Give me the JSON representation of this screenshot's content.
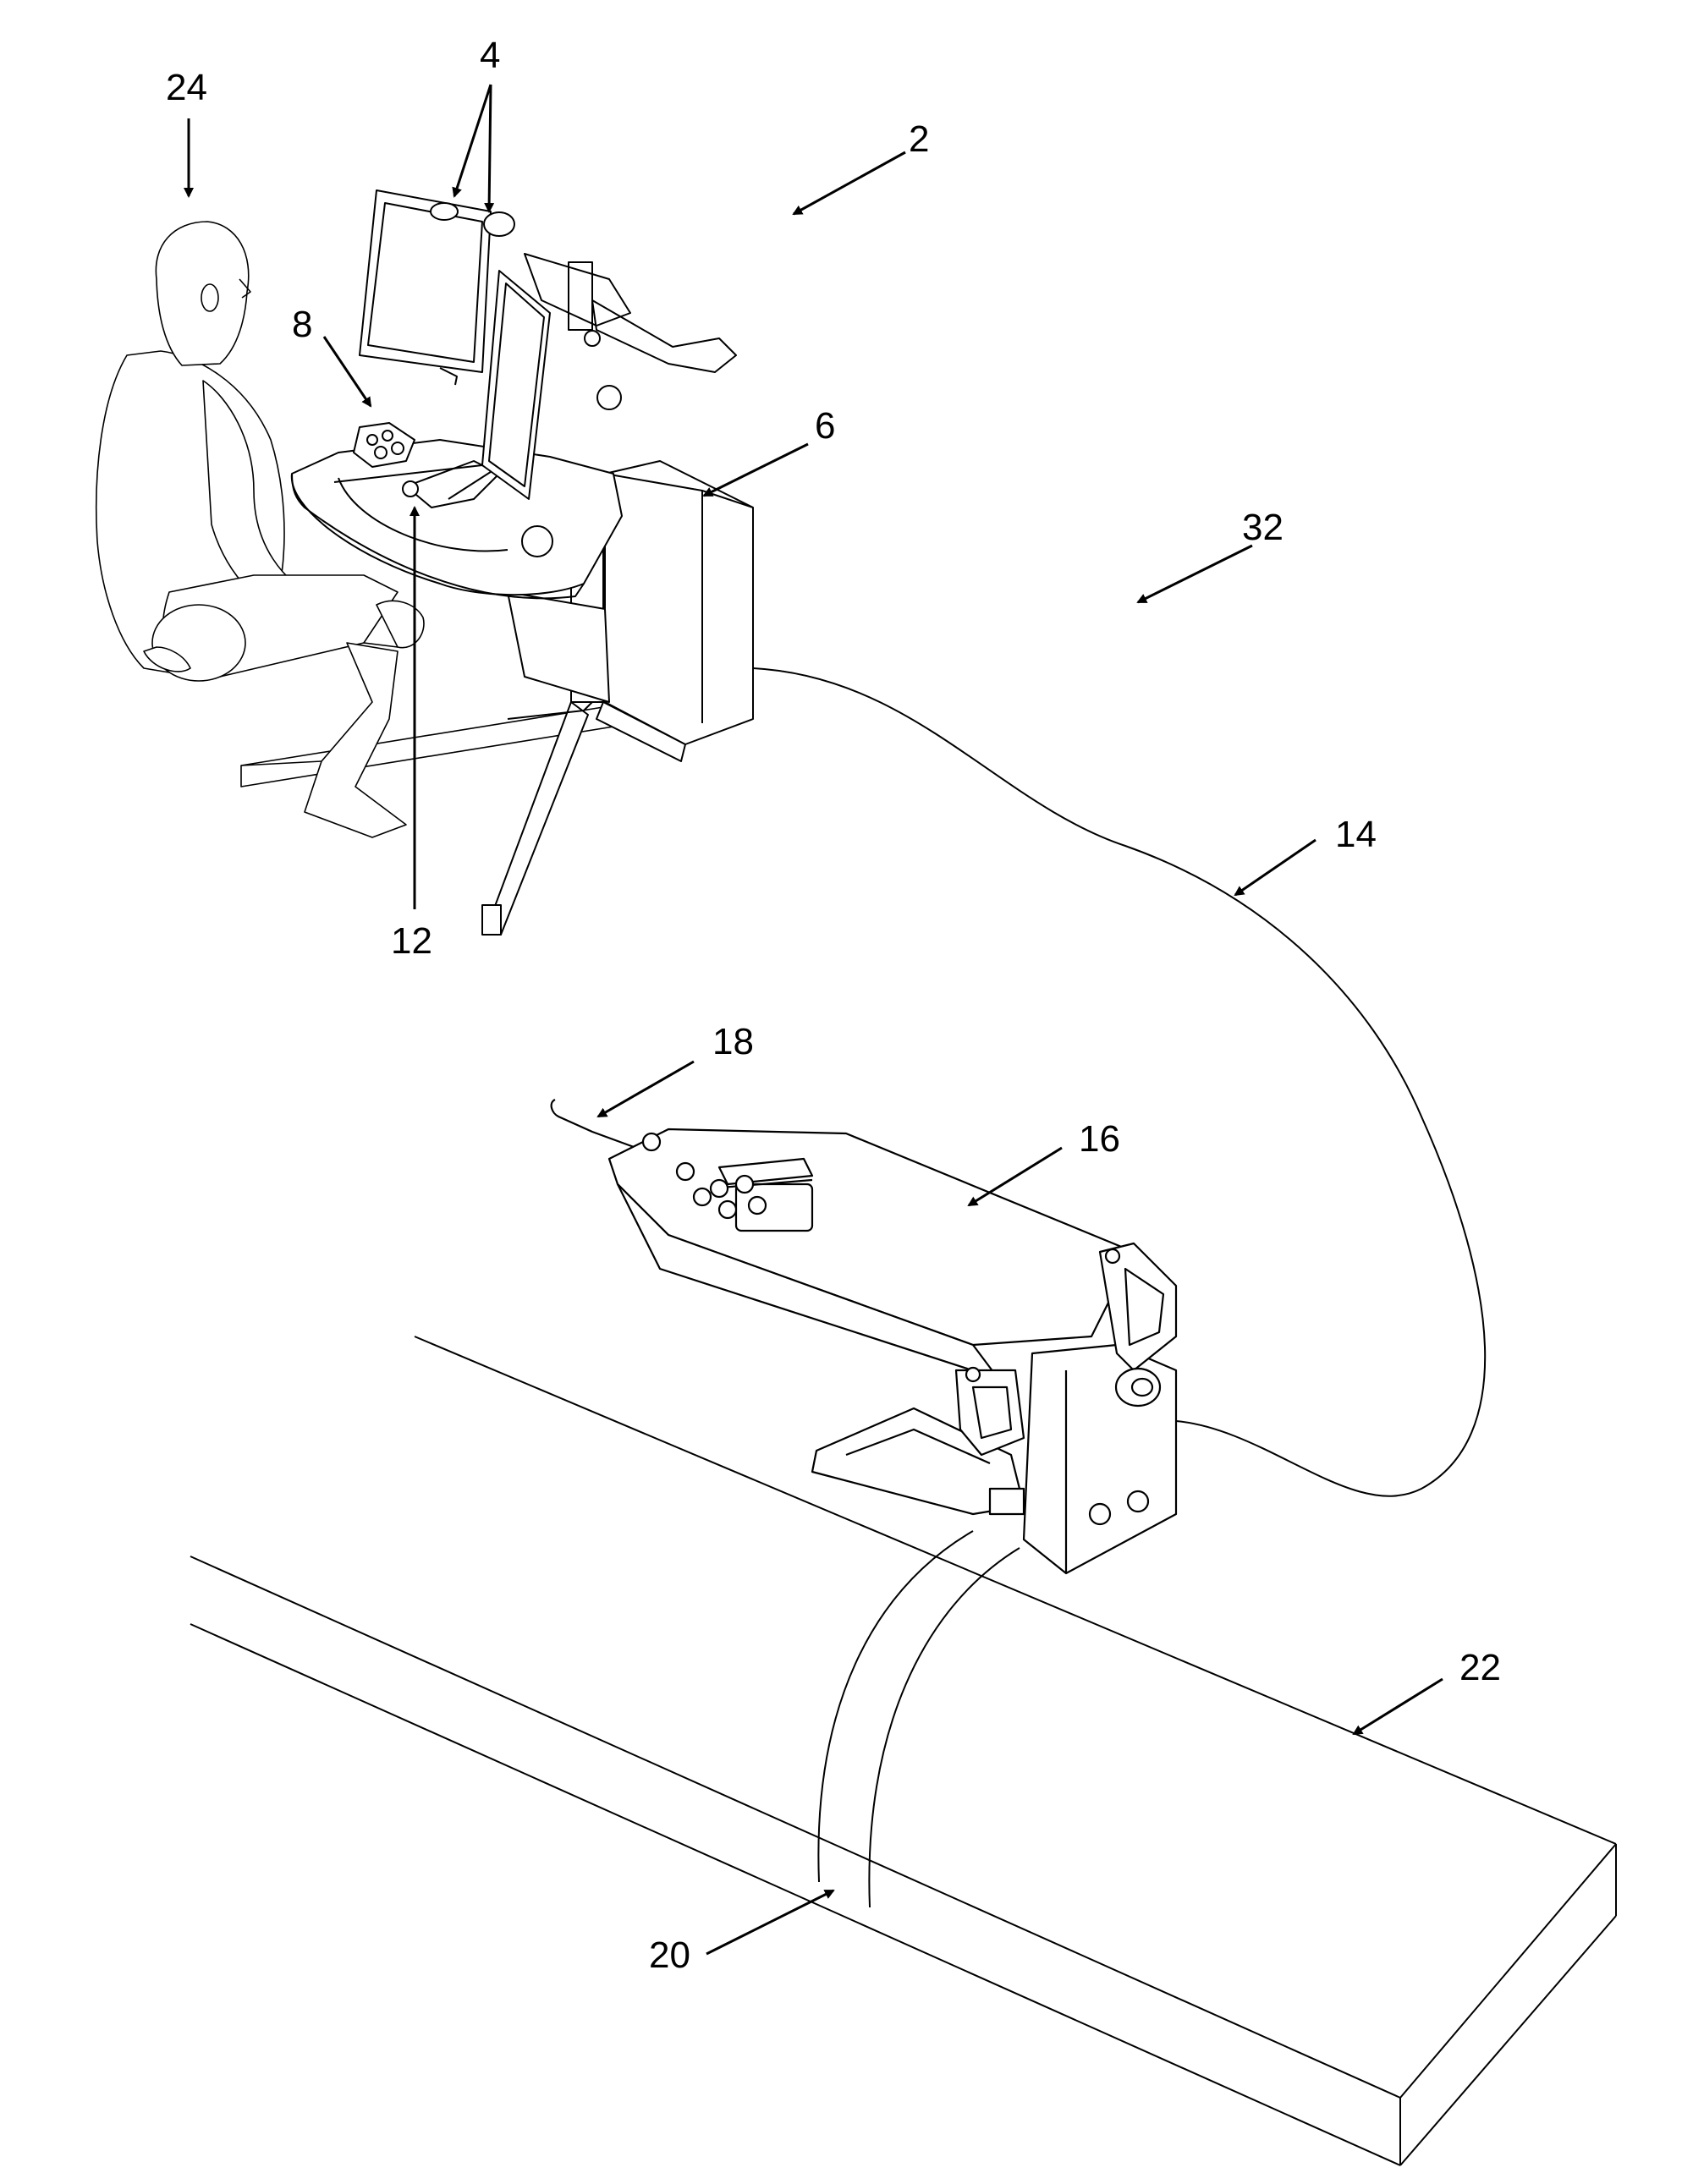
{
  "figure": {
    "labels": {
      "system": "2",
      "monitors": "4",
      "console": "6",
      "controls": "8",
      "handle": "12",
      "cable": "14",
      "robot": "16",
      "catheter": "18",
      "strap": "20",
      "table": "22",
      "operator": "24",
      "environment": "32"
    }
  }
}
